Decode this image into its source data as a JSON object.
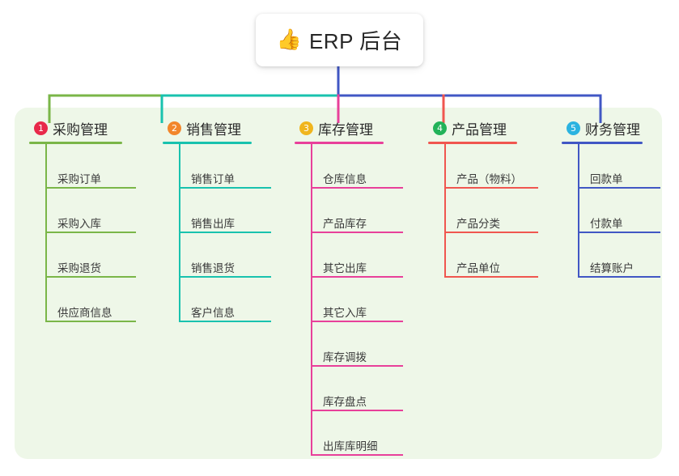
{
  "root": {
    "icon": "thumbs-up-icon",
    "emoji": "👍",
    "label": "ERP 后台"
  },
  "theme": {
    "canvas_bg": "#ffffff",
    "panel_bg": "#eef7e8",
    "root_bg": "#ffffff",
    "root_text": "#262626",
    "trunk_color": "#4157c4"
  },
  "branches": [
    {
      "number": "1",
      "title": "采购管理",
      "line_color": "#7ab648",
      "badge_color": "#e8294a",
      "items": [
        "采购订单",
        "采购入库",
        "采购退货",
        "供应商信息"
      ]
    },
    {
      "number": "2",
      "title": "销售管理",
      "line_color": "#19c2ae",
      "badge_color": "#f2862b",
      "items": [
        "销售订单",
        "销售出库",
        "销售退货",
        "客户信息"
      ]
    },
    {
      "number": "3",
      "title": "库存管理",
      "line_color": "#e8409a",
      "badge_color": "#f0b51e",
      "items": [
        "仓库信息",
        "产品库存",
        "其它出库",
        "其它入库",
        "库存调拨",
        "库存盘点",
        "出库库明细"
      ]
    },
    {
      "number": "4",
      "title": "产品管理",
      "line_color": "#f0564f",
      "badge_color": "#22b259",
      "items": [
        "产品（物料）",
        "产品分类",
        "产品单位"
      ]
    },
    {
      "number": "5",
      "title": "财务管理",
      "line_color": "#4157c4",
      "badge_color": "#2bb3e0",
      "items": [
        "回款单",
        "付款单",
        "结算账户"
      ]
    }
  ]
}
